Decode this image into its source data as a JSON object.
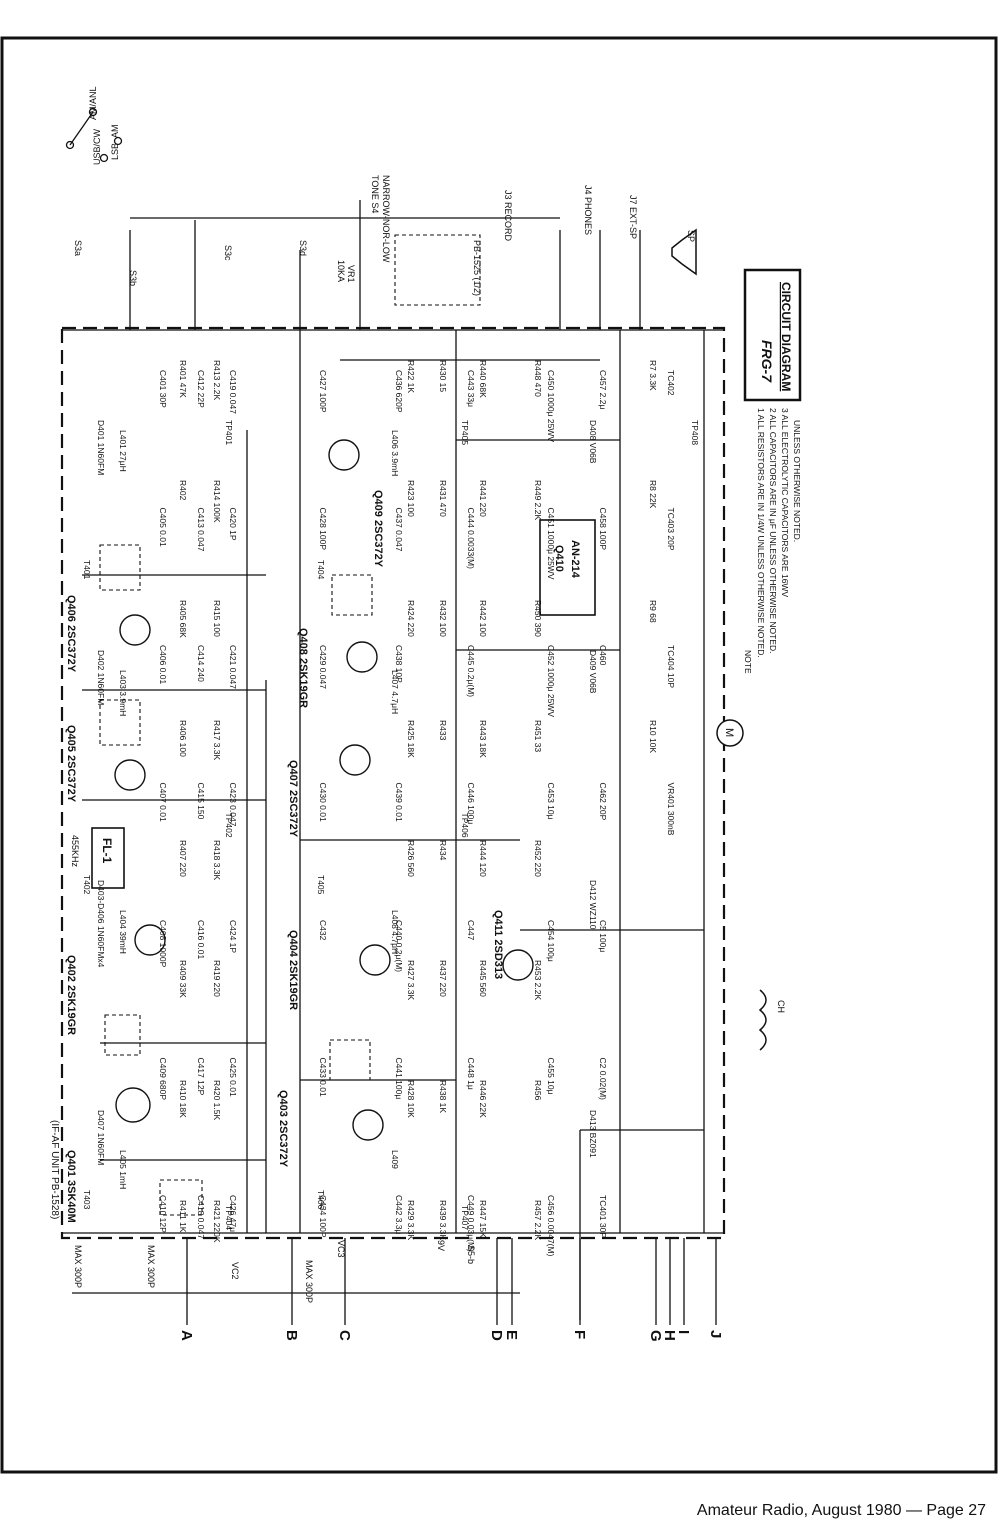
{
  "title_block": {
    "model": "FRG-7",
    "caption": "CIRCUIT DIAGRAM"
  },
  "unit_label": "(IF-AF UNIT PB-1528)",
  "notes": {
    "heading": "NOTE",
    "lines": [
      "1 ALL RESISTORS ARE IN 1/4W UNLESS OTHERWISE NOTED.",
      "2 ALL CAPACITORS ARE IN μF UNLESS OTHERWISE NOTED.",
      "3 ALL ELECTROLYTIC CAPACITORS ARE 16WV",
      "UNLESS OTHERWISE NOTED."
    ]
  },
  "terminals": [
    "A",
    "B",
    "C",
    "D",
    "E",
    "F",
    "G",
    "H",
    "I",
    "J"
  ],
  "transistors": [
    {
      "ref": "Q401",
      "type": "3SK40M"
    },
    {
      "ref": "Q402",
      "type": "2SK19GR"
    },
    {
      "ref": "Q403",
      "type": "2SC372Y"
    },
    {
      "ref": "Q404",
      "type": "2SK19GR"
    },
    {
      "ref": "Q405",
      "type": "2SC372Y"
    },
    {
      "ref": "Q406",
      "type": "2SC372Y"
    },
    {
      "ref": "Q407",
      "type": "2SC372Y"
    },
    {
      "ref": "Q408",
      "type": "2SK19GR"
    },
    {
      "ref": "Q409",
      "type": "2SC372Y"
    },
    {
      "ref": "Q410",
      "type": "AN-214"
    },
    {
      "ref": "Q411",
      "type": "2SD313"
    }
  ],
  "filter": {
    "ref": "FL-1",
    "freq": "455KHz"
  },
  "labels": {
    "mode_switch": [
      "USB/CW",
      "LSB",
      "AM",
      "AM/ANL"
    ],
    "tone": "TONE S4",
    "tone_sub": "NARROW-NOR-LOW",
    "board": "PB-1525 (1/2)",
    "vr1": "VR1",
    "vr1_val": "10KA",
    "jacks": [
      "J3 RECORD",
      "J4 PHONES",
      "J7 EXT-SP"
    ],
    "sp": "SP",
    "motor": "M",
    "ch": "CH",
    "s5b": "S5-b",
    "nine_v": "9V",
    "switches": [
      "S3a",
      "S3b",
      "S3c",
      "S3d"
    ],
    "vc": [
      "VC2",
      "VC3"
    ],
    "max300": "MAX 300P",
    "tps": [
      "TP401",
      "TP402",
      "TP404",
      "TP405",
      "TP406",
      "TP407",
      "TP408"
    ],
    "transformers": [
      "T401",
      "T402",
      "T403",
      "T404",
      "T405",
      "T406"
    ],
    "diodes": [
      "D401 1N60FM",
      "D402 1N60FM",
      "D403-D406 1N60FMx4",
      "D407 1N60FM",
      "D408 V06B",
      "D409 V06B",
      "D412 WZ110",
      "D413 BZ091"
    ],
    "resistors": [
      "R401 47K",
      "R402",
      "R405 68K",
      "R406 100",
      "R407 220",
      "R409 33K",
      "R410 18K",
      "R411 1K",
      "R413 2.2K",
      "R414 100K",
      "R415 100",
      "R417 3.3K",
      "R418 3.3K",
      "R419 220",
      "R420 1.5K",
      "R421 220K",
      "R422 1K",
      "R423 100",
      "R424 220",
      "R425 18K",
      "R426 560",
      "R427 3.3K",
      "R428 10K",
      "R429 3.3K",
      "R430 15",
      "R431 470",
      "R432 100",
      "R433",
      "R434",
      "R437 220",
      "R438 1K",
      "R439 3.3K",
      "R440 68K",
      "R441 220",
      "R442 100",
      "R443 18K",
      "R444 120",
      "R445 560",
      "R446 22K",
      "R447 15K",
      "R448 470",
      "R449 2.2K",
      "R450 390",
      "R451 33",
      "R452 220",
      "R453 2.2K",
      "R456",
      "R457 2.2K",
      "R7 3.3K",
      "R8 22K",
      "R9 68",
      "R10 10K"
    ],
    "capacitors": [
      "C401 30P",
      "C405 0.01",
      "C406 0.01",
      "C407 0.01",
      "C408 1000P",
      "C409 680P",
      "C410 12P",
      "C412 22P",
      "C413 0.047",
      "C414 240",
      "C415 150",
      "C416 0.01",
      "C417 12P",
      "C418 0.047",
      "C419 0.047",
      "C420 1P",
      "C421 0.047",
      "C423 0.047",
      "C424 1P",
      "C425 0.01",
      "C426 47μ",
      "C427 100P",
      "C428 100P",
      "C429 0.047",
      "C430 0.01",
      "C432",
      "C433 0.01",
      "C434 100P",
      "C436 620P",
      "C437 0.047",
      "C438 10P",
      "C439 0.01",
      "C440 0.2μ(M)",
      "C441 100μ",
      "C442 3.3μ",
      "C443 33μ",
      "C444 0.0033(M)",
      "C445 0.2μ(M)",
      "C446 100μ",
      "C447",
      "C448 1μ",
      "C449 0.03μ(M)",
      "C450 1000μ 25WV",
      "C451 1000μ 25WV",
      "C452 1000μ 25WV",
      "C453 10μ",
      "C454 100μ",
      "C455 10μ",
      "C456 0.0047(M)",
      "C457 2.2μ",
      "C458 100P",
      "C460",
      "C462 20P",
      "C5 100μ",
      "C2 0.02(M)",
      "TC401 30P",
      "TC402",
      "TC403 20P",
      "TC404 10P",
      "VR401 300nB"
    ],
    "inductors": [
      "L401 27μH",
      "L403 3.9mH",
      "L404 39mH",
      "L405 1mH",
      "L406 3.9mH",
      "L407 4.7μH",
      "L408 4.7μH",
      "L409"
    ]
  },
  "footer": "Amateur Radio, August 1980 — Page 27"
}
